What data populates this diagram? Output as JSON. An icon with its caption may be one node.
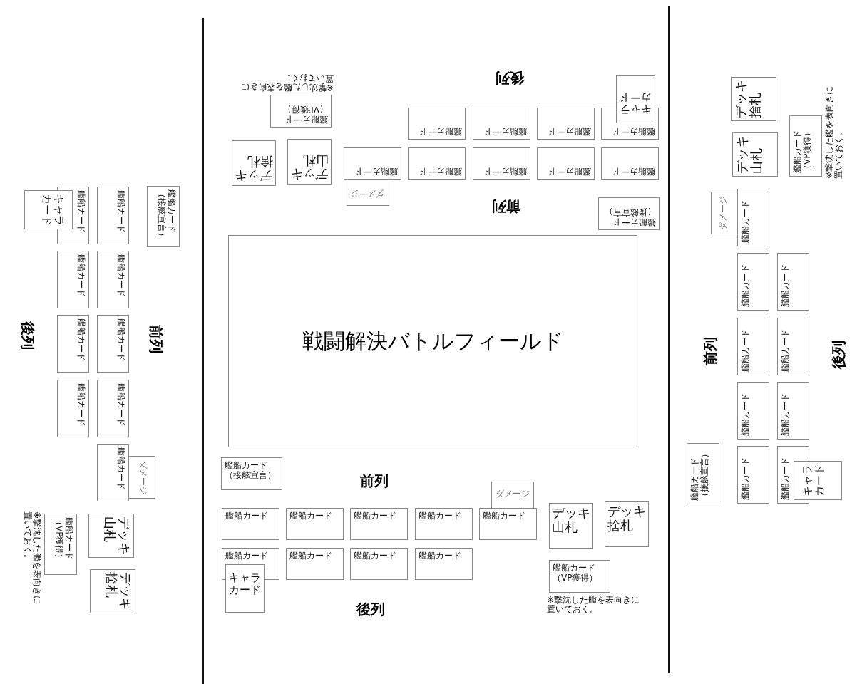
{
  "diagram": {
    "nodes": [
      {
        "text": [
          "艦船カード（接舷宣言）"
        ]
      },
      {
        "text": [
          "艦船カード"
        ]
      },
      {
        "text": [
          "艦船カード"
        ]
      },
      {
        "text": [
          "艦船カード"
        ]
      },
      {
        "text": [
          "艦船カード"
        ]
      },
      {
        "text": [
          "艦船カード"
        ]
      },
      {
        "text": [
          "艦船カード"
        ]
      },
      {
        "text": [
          "艦船カード"
        ]
      },
      {
        "text": [
          "艦船カード"
        ]
      },
      {
        "text": [
          "艦船カード"
        ]
      },
      {
        "text": [
          "ダメージ"
        ]
      },
      {
        "text": [
          "キャラカード"
        ]
      },
      {
        "text": [
          "デッキ山札"
        ]
      },
      {
        "text": [
          "デッキ捨札"
        ]
      },
      {
        "text": [
          "艦船カード（VP獲得）"
        ],
        "beside": [
          "※撃沈した艦を表向きに置いておく。"
        ]
      },
      {
        "text": [
          "艦船カード（接舷宣言）"
        ]
      },
      {
        "text": [
          "艦船カード"
        ]
      },
      {
        "text": [
          "艦船カード"
        ]
      },
      {
        "text": [
          "艦船カード"
        ]
      },
      {
        "text": [
          "艦船カード"
        ]
      },
      {
        "text": [
          "艦船カード"
        ]
      },
      {
        "text": [
          "艦船カード"
        ]
      },
      {
        "text": [
          "艦船カード"
        ]
      },
      {
        "text": [
          "艦船カード"
        ]
      },
      {
        "text": [
          "艦船カード"
        ]
      },
      {
        "text": [
          "ダメージ"
        ]
      },
      {
        "text": [
          "キャラカード"
        ]
      },
      {
        "text": [
          "デッキ山札"
        ]
      },
      {
        "text": [
          "デッキ捨札"
        ]
      },
      {
        "text": [
          "艦船カード（VP獲得）"
        ],
        "beside": [
          "※撃沈した艦を表向きに置いておく。"
        ]
      },
      {
        "text": [
          "戦闘解決バトルフィールド"
        ]
      },
      {
        "text": [
          "艦船カード（接舷宣言）"
        ]
      },
      {
        "text": [
          "艦船カード"
        ]
      },
      {
        "text": [
          "艦船カード"
        ]
      },
      {
        "text": [
          "艦船カード"
        ]
      },
      {
        "text": [
          "艦船カード"
        ]
      },
      {
        "text": [
          "艦船カード"
        ]
      },
      {
        "text": [
          "艦船カード"
        ]
      },
      {
        "text": [
          "艦船カード"
        ]
      },
      {
        "text": [
          "艦船カード"
        ]
      },
      {
        "text": [
          "艦船カード"
        ]
      },
      {
        "text": [
          "ダメージ"
        ]
      },
      {
        "text": [
          "キャラカード"
        ]
      },
      {
        "text": [
          "デッキ山札"
        ]
      },
      {
        "text": [
          "デッキ捨札"
        ]
      },
      {
        "text": [
          "艦船カード（VP獲得）"
        ],
        "beside": [
          "※撃沈した艦を表向きに置いておく。"
        ]
      },
      {
        "text": [
          "艦船カード（接舷宣言）"
        ]
      },
      {
        "text": [
          "艦船カード"
        ]
      },
      {
        "text": [
          "艦船カード"
        ]
      },
      {
        "text": [
          "艦船カード"
        ]
      },
      {
        "text": [
          "艦船カード"
        ]
      },
      {
        "text": [
          "艦船カード"
        ]
      },
      {
        "text": [
          "艦船カード"
        ]
      },
      {
        "text": [
          "艦船カード"
        ]
      },
      {
        "text": [
          "艦船カード"
        ]
      },
      {
        "text": [
          "艦船カード"
        ]
      },
      {
        "text": [
          "ダメージ"
        ]
      },
      {
        "text": [
          "キャラカード"
        ]
      },
      {
        "text": [
          "デッキ山札"
        ]
      },
      {
        "text": [
          "デッキ捨札"
        ]
      },
      {
        "text": [
          "艦船カード（VP獲得）"
        ],
        "beside": [
          "※撃沈した艦を表向きに置いておく。"
        ]
      }
    ],
    "labels": [
      "前列",
      "後列",
      "前列",
      "後列",
      "前列",
      "後列",
      "前列",
      "後列"
    ]
  }
}
